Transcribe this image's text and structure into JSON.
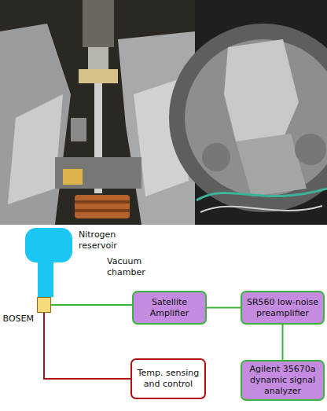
{
  "diagram": {
    "nodes": [
      {
        "text": [
          "Nitrogen reservoir"
        ]
      },
      {
        "text": [
          "Vacuum chamber"
        ]
      },
      {
        "text": [
          "BOSEM"
        ],
        "in": 1
      },
      {
        "text": [
          "Satellite Amplifier"
        ]
      },
      {
        "text": [
          "SR560 low-noise preamplifier"
        ]
      },
      {
        "text": [
          "Agilent 35670a dynamic signal analyzer"
        ]
      },
      {
        "text": [
          "Temp. sensing and control"
        ]
      }
    ],
    "edges": [
      {
        "from": 2,
        "to": 3,
        "arrow": "none"
      },
      {
        "from": 3,
        "to": 4,
        "arrow": "none"
      },
      {
        "from": 4,
        "to": 5,
        "arrow": "none"
      },
      {
        "from": 2,
        "to": 6,
        "arrow": "none"
      }
    ]
  }
}
